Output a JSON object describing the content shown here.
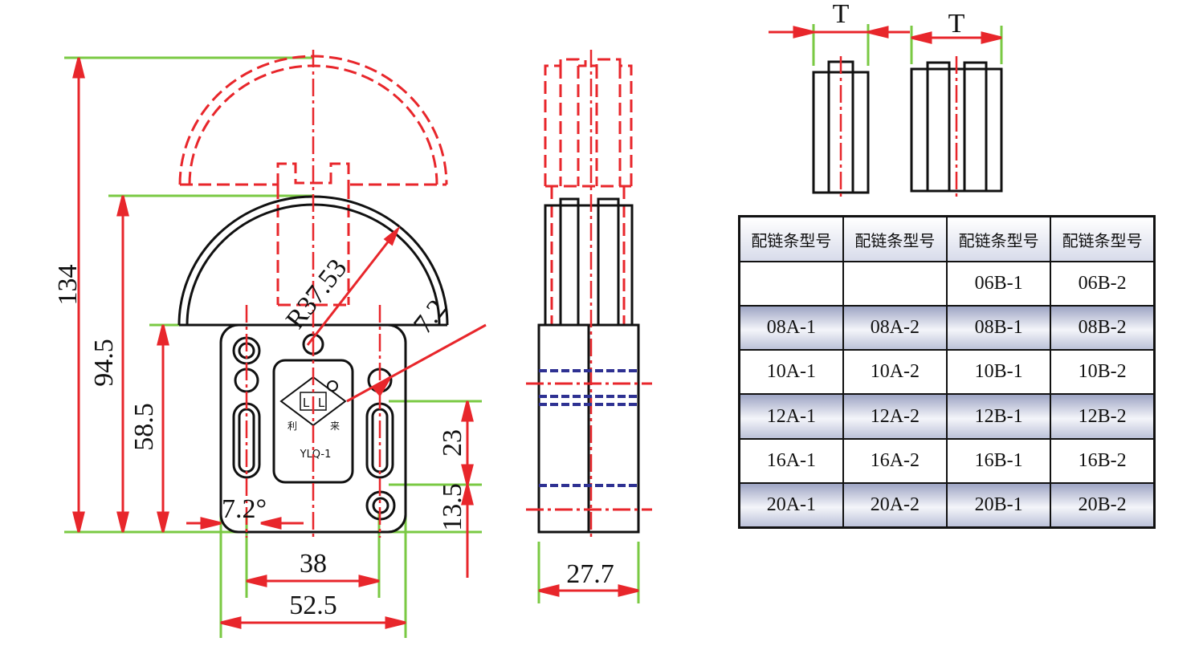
{
  "dimensions": {
    "height_total": "134",
    "height_arc": "94.5",
    "height_body": "58.5",
    "radius": "R37.53",
    "hole_offset": "7.2",
    "corner_angle": "7.2°",
    "hole_spacing_23": "23",
    "hole_spacing_13_5": "13.5",
    "width_38": "38",
    "width_52_5": "52.5",
    "depth_27_7": "27.7",
    "thickness_label": "T"
  },
  "logo": {
    "left_letter": "L",
    "right_letter": "L",
    "char_left": "利",
    "char_right": "来",
    "model": "YLQ-1"
  },
  "colors": {
    "outline": "#111111",
    "hidden_lines": "#e8262b",
    "dimension_lines": "#e8262b",
    "extension_lines": "#7ac943",
    "section_lines": "#2e3192"
  },
  "table": {
    "headers": [
      "配链条型号",
      "配链条型号",
      "配链条型号",
      "配链条型号"
    ],
    "rows": [
      [
        "",
        "",
        "06B-1",
        "06B-2"
      ],
      [
        "08A-1",
        "08A-2",
        "08B-1",
        "08B-2"
      ],
      [
        "10A-1",
        "10A-2",
        "10B-1",
        "10B-2"
      ],
      [
        "12A-1",
        "12A-2",
        "12B-1",
        "12B-2"
      ],
      [
        "16A-1",
        "16A-2",
        "16B-1",
        "16B-2"
      ],
      [
        "20A-1",
        "20A-2",
        "20B-1",
        "20B-2"
      ]
    ]
  }
}
